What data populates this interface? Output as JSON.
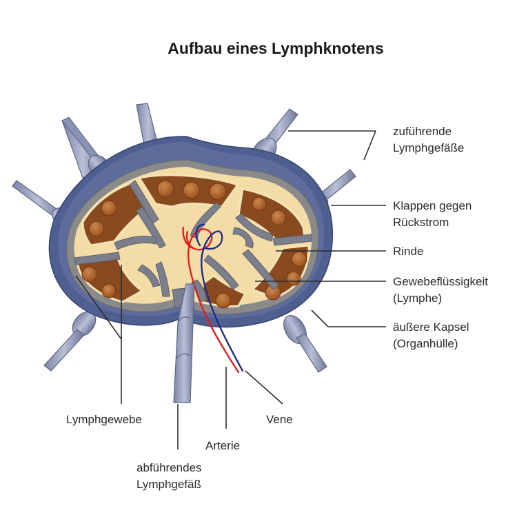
{
  "title": "Aufbau eines Lymphknotens",
  "colors": {
    "capsule": "#4f5f8f",
    "capsule_highlight": "#7a88b4",
    "capsule_rim": "#8a8a8a",
    "cortex_brown": "#8a4a20",
    "follicle": "#a8561f",
    "follicle_light": "#c98a4e",
    "lymph_fluid": "#f4dca6",
    "trabecula_grey": "#7b7f8c",
    "vessel_grey": "#9aa2bd",
    "vessel_dark": "#5e6685",
    "artery_red": "#e01e1e",
    "vein_blue": "#1e2a8a",
    "label_text": "#2a2a2a",
    "leader_line": "#2b2b2b"
  },
  "labels": {
    "afferent_line1": "zuführende",
    "afferent_line2": "Lymphgefäße",
    "valves_line1": "Klappen gegen",
    "valves_line2": "Rückstrom",
    "cortex": "Rinde",
    "fluid_line1": "Gewebeflüssigkeit",
    "fluid_line2": "(Lymphe)",
    "capsule_line1": "äußere Kapsel",
    "capsule_line2": "(Organhülle)",
    "vein": "Vene",
    "artery": "Arterie",
    "lymph_tissue": "Lymphgewebe",
    "efferent_line1": "abführendes",
    "efferent_line2": "Lymphgefäß"
  }
}
